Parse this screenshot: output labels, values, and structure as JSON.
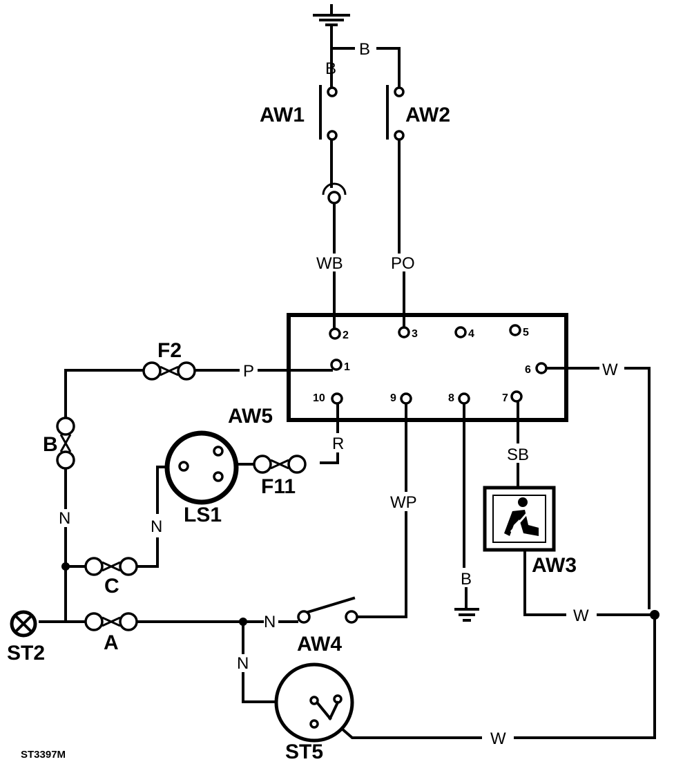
{
  "components": {
    "aw1": "AW1",
    "aw2": "AW2",
    "aw3": "AW3",
    "aw4": "AW4",
    "aw5": "AW5",
    "ls1": "LS1",
    "st2": "ST2",
    "st5": "ST5",
    "f2": "F2",
    "f11": "F11",
    "conn_b": "B",
    "conn_c": "C",
    "conn_a": "A"
  },
  "wires": {
    "b_top": "B",
    "b_aw1": "B",
    "wb": "WB",
    "po": "PO",
    "p": "P",
    "w_pin6": "W",
    "r": "R",
    "sb": "SB",
    "wp": "WP",
    "b_ground": "B",
    "n_left": "N",
    "n_ls1": "N",
    "n_aw4": "N",
    "n_st5": "N",
    "w_aw3": "W",
    "w_bottom": "W"
  },
  "pins": {
    "p1": "1",
    "p2": "2",
    "p3": "3",
    "p4": "4",
    "p5": "5",
    "p6": "6",
    "p7": "7",
    "p8": "8",
    "p9": "9",
    "p10": "10"
  },
  "reference": "ST3397M",
  "icons": {
    "ground": "ground-icon",
    "seatbelt": "seatbelt-icon",
    "lamp": "lamp-icon"
  }
}
